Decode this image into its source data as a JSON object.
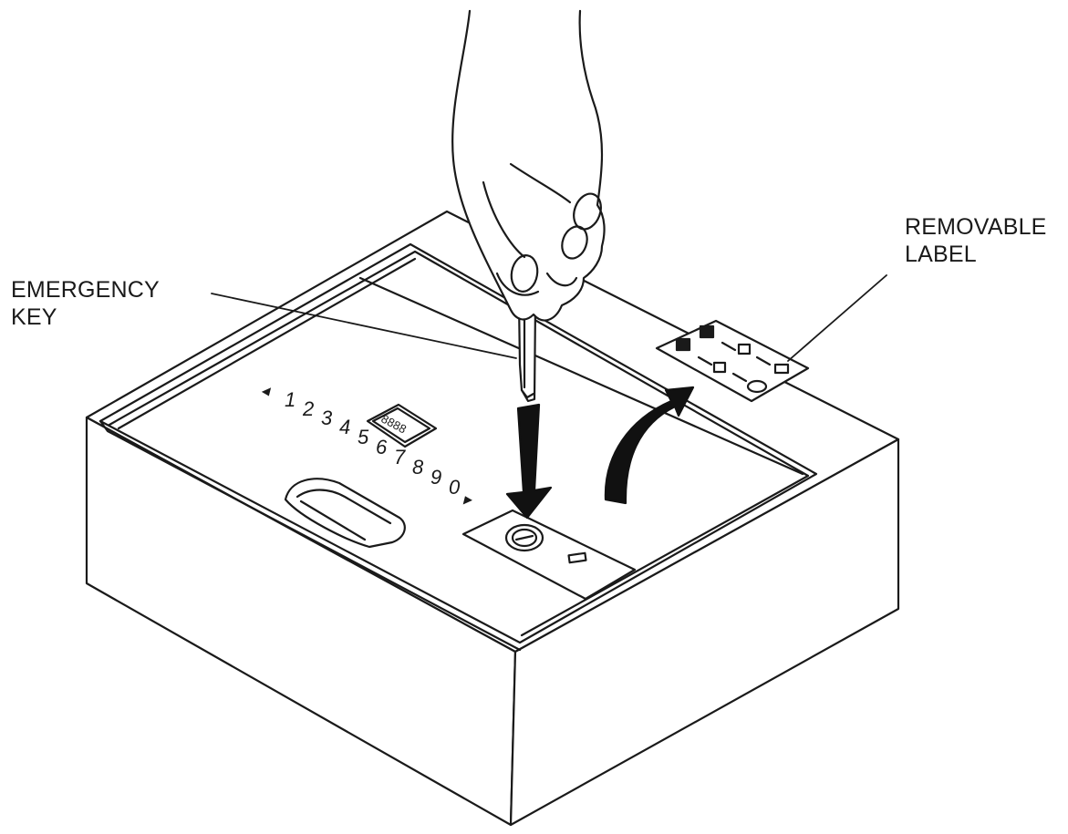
{
  "labels": {
    "removable_label": {
      "line1": "REMOVABLE",
      "line2": "LABEL"
    },
    "emergency_key": {
      "line1": "EMERGENCY",
      "line2": "KEY"
    }
  },
  "keypad": {
    "digits": [
      "1",
      "2",
      "3",
      "4",
      "5",
      "6",
      "7",
      "8",
      "9",
      "0"
    ],
    "display": "8888"
  },
  "icons": {
    "hand": "hand-icon",
    "key": "key-icon",
    "down_arrow": "arrow-down-icon",
    "curved_arrow": "curved-arrow-icon",
    "lock": "keyhole-icon"
  },
  "colors": {
    "ink": "#1a1a1a",
    "paper": "#ffffff",
    "arrow": "#111111"
  }
}
